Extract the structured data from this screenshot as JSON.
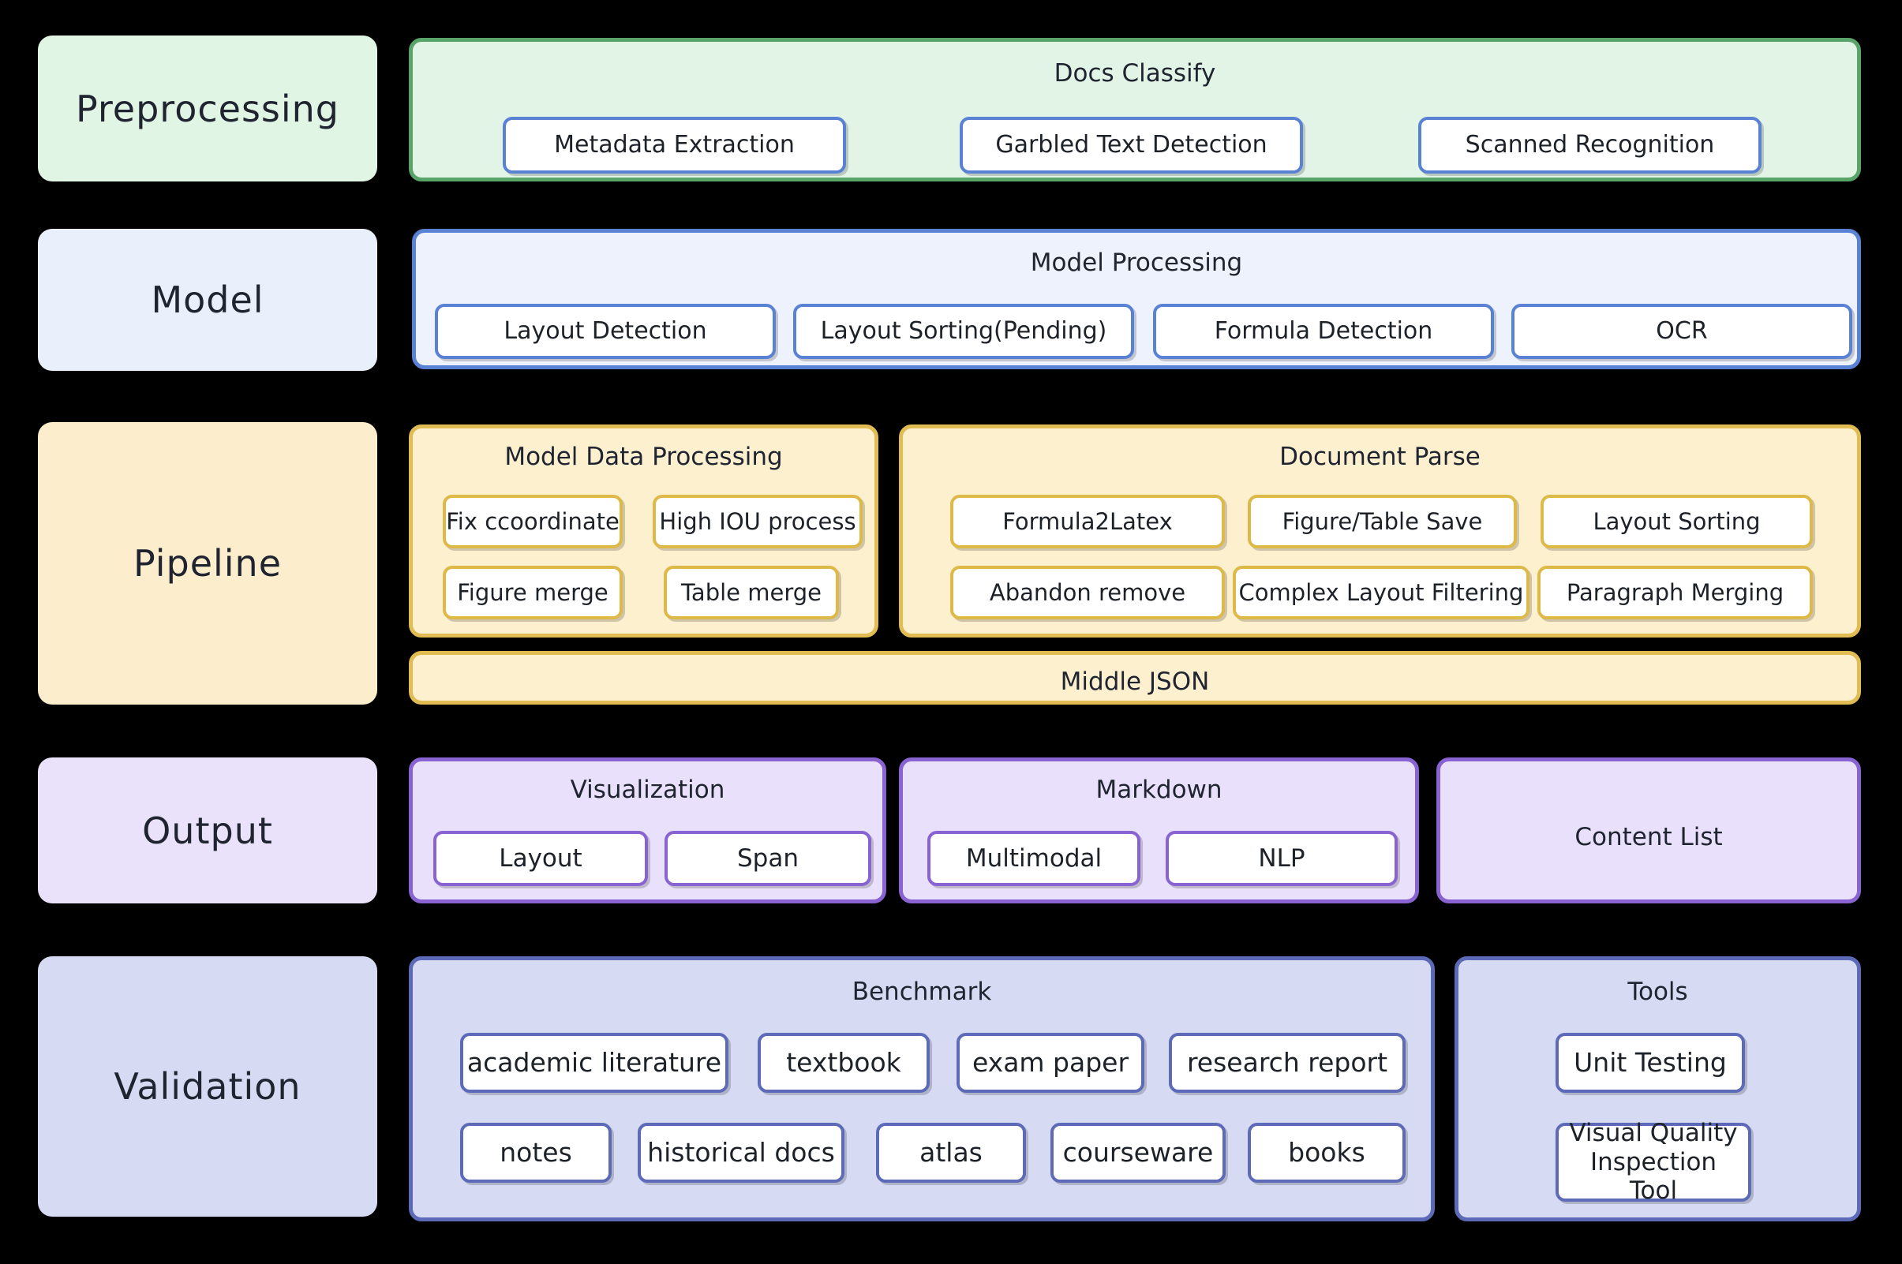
{
  "diagram": {
    "title": "Document Parsing Pipeline Architecture",
    "colors": {
      "preprocessing_fill": "#e2f4e6",
      "preprocessing_border": "#59a469",
      "model_fill": "#eef2fc",
      "model_border": "#5a82d4",
      "pipeline_fill": "#fdf0cf",
      "pipeline_border": "#e0bc52",
      "output_fill": "#e9e1fb",
      "output_border": "#8a63d2",
      "validation_fill": "#d6dbf3",
      "validation_border": "#5c6ab8",
      "background": "#000000",
      "chip_fill": "#ffffff",
      "text": "#1d2128"
    }
  },
  "stages": {
    "preprocessing": {
      "label": "Preprocessing"
    },
    "model": {
      "label": "Model"
    },
    "pipeline": {
      "label": "Pipeline"
    },
    "output": {
      "label": "Output"
    },
    "validation": {
      "label": "Validation"
    }
  },
  "preprocessing": {
    "docs_classify": {
      "title": "Docs Classify",
      "items": [
        {
          "label": "Metadata Extraction"
        },
        {
          "label": "Garbled Text Detection"
        },
        {
          "label": "Scanned Recognition"
        }
      ]
    }
  },
  "model": {
    "model_processing": {
      "title": "Model Processing",
      "items": [
        {
          "label": "Layout Detection"
        },
        {
          "label": "Layout Sorting(Pending)"
        },
        {
          "label": "Formula Detection"
        },
        {
          "label": "OCR"
        }
      ]
    }
  },
  "pipeline": {
    "model_data_processing": {
      "title": "Model Data Processing",
      "items": [
        {
          "label": "Fix ccoordinate"
        },
        {
          "label": "High IOU process"
        },
        {
          "label": "Figure merge"
        },
        {
          "label": "Table merge"
        }
      ]
    },
    "document_parse": {
      "title": "Document Parse",
      "items": [
        {
          "label": "Formula2Latex"
        },
        {
          "label": "Figure/Table Save"
        },
        {
          "label": "Layout Sorting"
        },
        {
          "label": "Abandon remove"
        },
        {
          "label": "Complex Layout Filtering"
        },
        {
          "label": "Paragraph Merging"
        }
      ]
    },
    "middle_json": {
      "title": "Middle JSON"
    }
  },
  "output": {
    "visualization": {
      "title": "Visualization",
      "items": [
        {
          "label": "Layout"
        },
        {
          "label": "Span"
        }
      ]
    },
    "markdown": {
      "title": "Markdown",
      "items": [
        {
          "label": "Multimodal"
        },
        {
          "label": "NLP"
        }
      ]
    },
    "content_list": {
      "title": "Content List"
    }
  },
  "validation": {
    "benchmark": {
      "title": "Benchmark",
      "items": [
        {
          "label": "academic literature"
        },
        {
          "label": "textbook"
        },
        {
          "label": "exam paper"
        },
        {
          "label": "research report"
        },
        {
          "label": "notes"
        },
        {
          "label": "historical docs"
        },
        {
          "label": "atlas"
        },
        {
          "label": "courseware"
        },
        {
          "label": "books"
        }
      ]
    },
    "tools": {
      "title": "Tools",
      "items": [
        {
          "label": "Unit Testing"
        },
        {
          "label": "Visual Quality Inspection Tool"
        }
      ]
    }
  }
}
